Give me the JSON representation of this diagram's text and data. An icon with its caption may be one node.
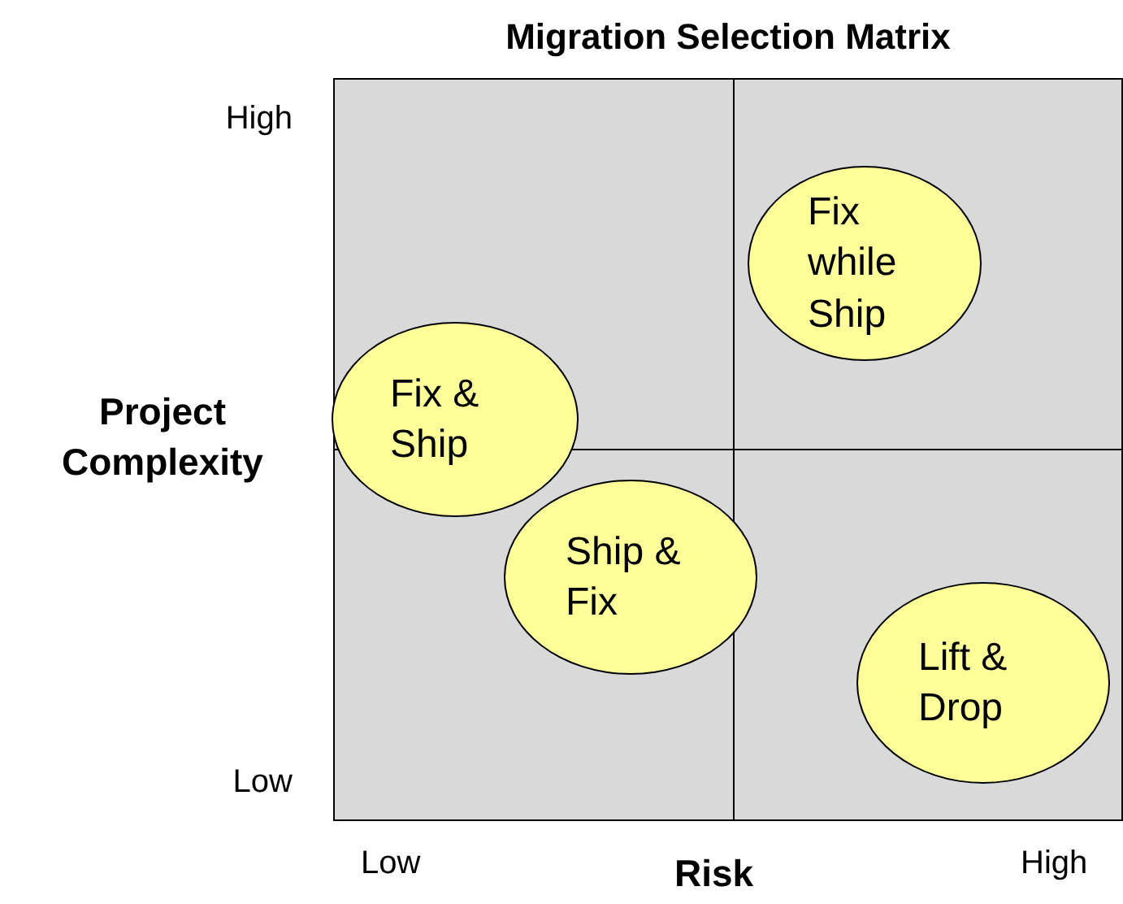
{
  "diagram": {
    "title": "Migration Selection Matrix",
    "nodes": [
      {
        "text": [
          "Fix while Ship"
        ]
      },
      {
        "text": [
          "Fix & Ship"
        ]
      },
      {
        "text": [
          "Ship & Fix"
        ]
      },
      {
        "text": [
          "Lift & Drop"
        ]
      }
    ],
    "labels": [
      "High",
      "Project Complexity",
      "Low",
      "Low",
      "Risk",
      "High"
    ]
  }
}
